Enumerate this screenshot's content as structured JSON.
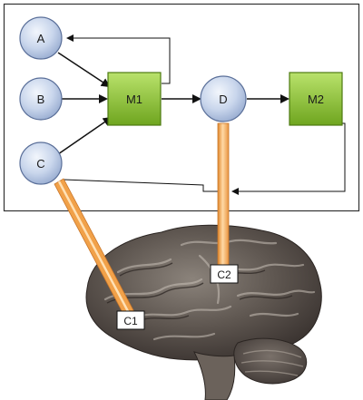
{
  "nodes": {
    "A": {
      "label": "A"
    },
    "B": {
      "label": "B"
    },
    "C": {
      "label": "C"
    },
    "D": {
      "label": "D"
    },
    "M1": {
      "label": "M1"
    },
    "M2": {
      "label": "M2"
    }
  },
  "callouts": {
    "C1": {
      "label": "C1"
    },
    "C2": {
      "label": "C2"
    }
  },
  "colors": {
    "circle_fill": "#c9d6ec",
    "circle_stroke": "#5a6f99",
    "module_fill": "#8fc23a",
    "module_stroke": "#4d7a12",
    "tube": "#f3a24a",
    "tube_highlight": "#ffe1b5",
    "panel_border": "#333333"
  }
}
